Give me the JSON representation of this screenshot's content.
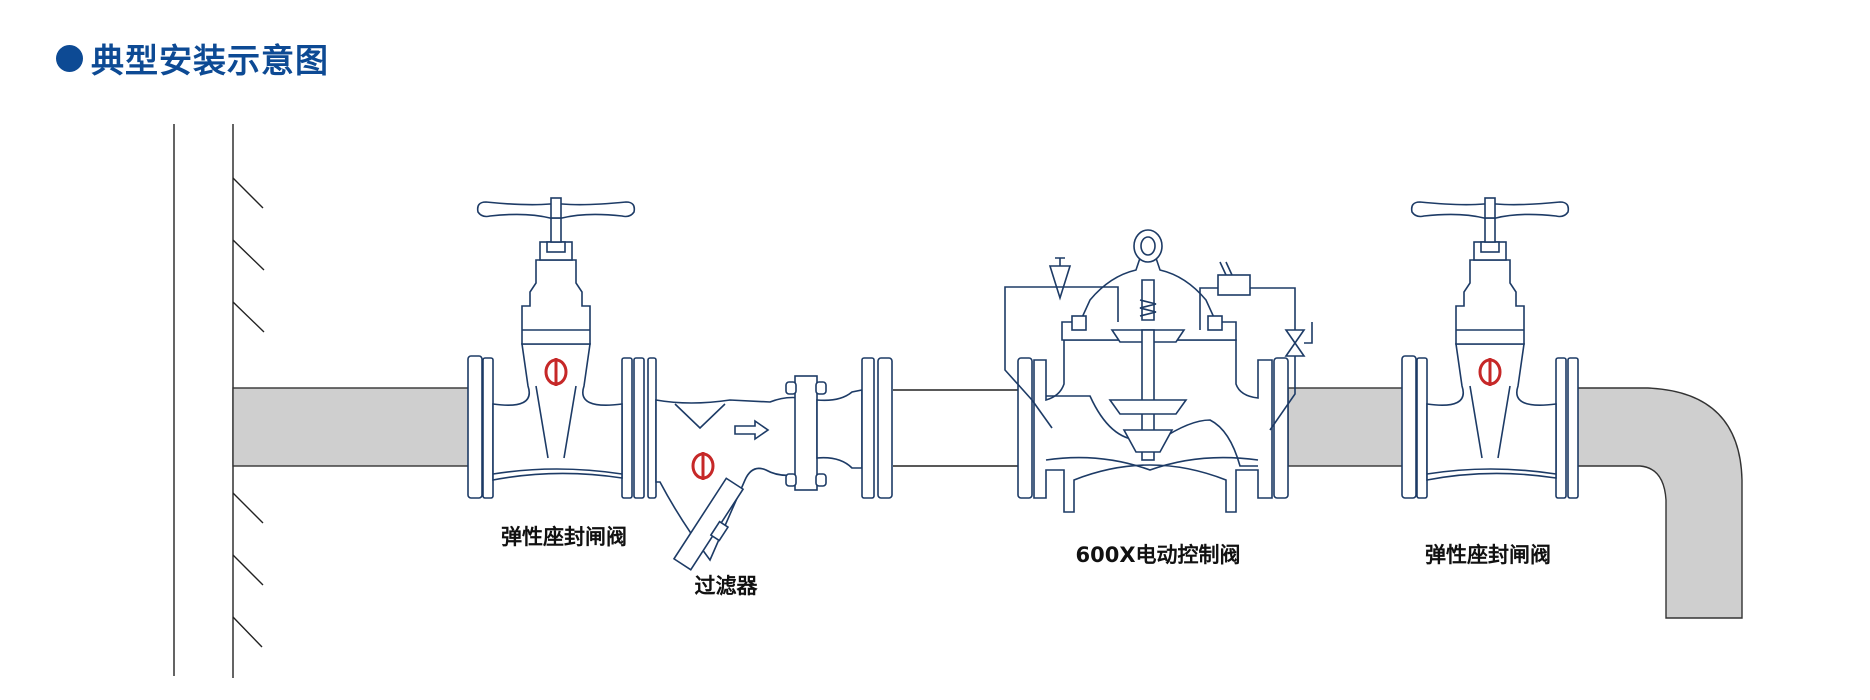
{
  "header": {
    "title": "典型安装示意图",
    "bullet_color": "#0d4a94"
  },
  "diagram": {
    "labels": {
      "gate_valve_left": "弹性座封闸阀",
      "strainer": "过滤器",
      "control_valve": "600X电动控制阀",
      "gate_valve_right": "弹性座封闸阀"
    },
    "colors": {
      "outline": "#1d3b66",
      "pipe": "#cfcfcf",
      "marker": "#c62828"
    }
  }
}
